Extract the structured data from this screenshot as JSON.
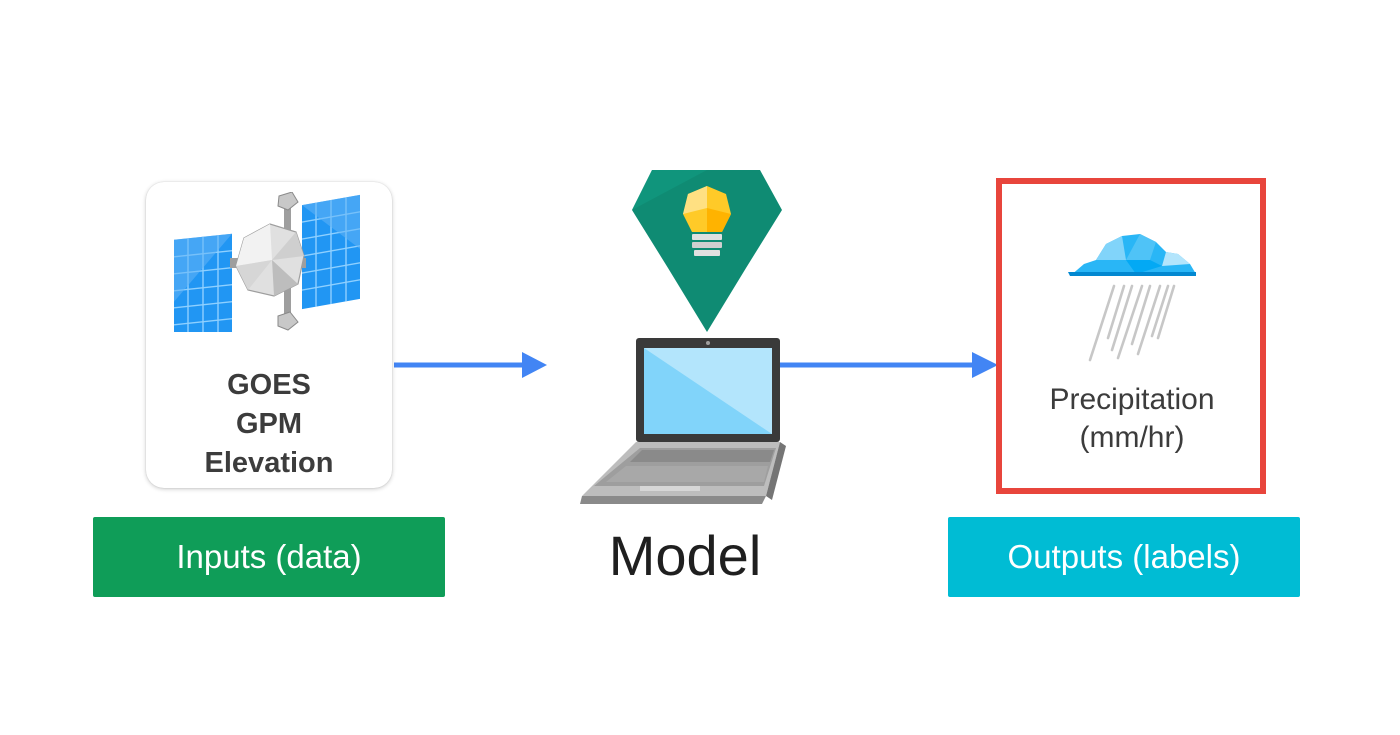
{
  "inputs": {
    "card_lines": [
      "GOES",
      "GPM",
      "Elevation"
    ],
    "label": "Inputs (data)"
  },
  "model": {
    "label": "Model"
  },
  "outputs": {
    "card_lines": [
      "Precipitation",
      "(mm/hr)"
    ],
    "label": "Outputs (labels)"
  },
  "colors": {
    "arrow": "#4285f4",
    "inputs_label_bg": "#0f9d58",
    "outputs_label_bg": "#00bcd4",
    "output_highlight": "#e8453c",
    "model_pin": "#0f8b73"
  },
  "icons": {
    "input": "satellite-icon",
    "model_top": "lightbulb-pin-icon",
    "model": "laptop-icon",
    "output": "rain-cloud-icon"
  }
}
